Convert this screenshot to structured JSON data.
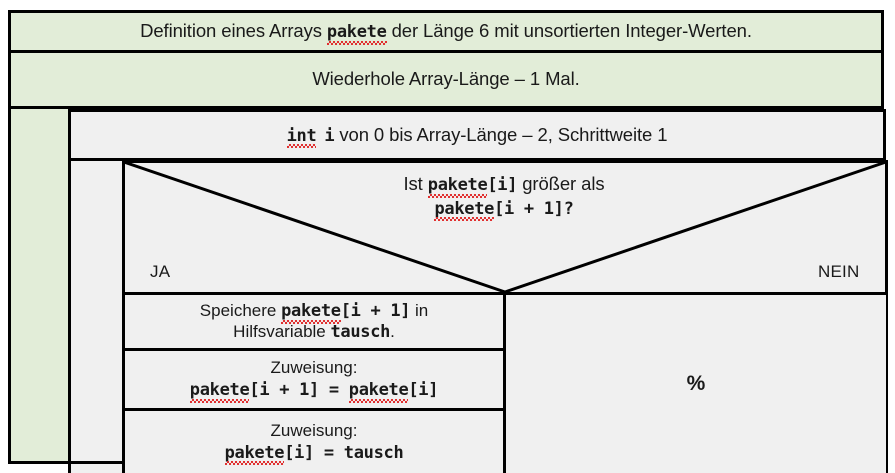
{
  "diagram": {
    "kind": "nassi-shneiderman-struktogramm",
    "colors": {
      "loop_fill": "#E2EDD8",
      "body_fill": "#F0F0F0",
      "line": "#000000",
      "spellcheck_underline": "#E03030"
    }
  },
  "definition_block": {
    "name": "array-definition",
    "text_before": "Definition eines Arrays ",
    "identifier": "pakete",
    "text_after": " der Länge 6 mit unsortierten Integer-Werten.",
    "full_text": "Definition eines Arrays pakete der Länge 6 mit unsortierten Integer-Werten."
  },
  "outer_loop": {
    "name": "repeat-loop-header",
    "text": "Wiederhole Array-Länge – 1 Mal."
  },
  "inner_loop": {
    "name": "for-loop-header",
    "keyword": "int",
    "variable": "i",
    "text_after": " von 0 bis Array-Länge – 2, Schrittweite 1",
    "full_text": "int i von 0 bis Array-Länge – 2, Schrittweite 1"
  },
  "decision": {
    "name": "comparison-condition",
    "line1_before": "Ist ",
    "line1_code_id": "pakete",
    "line1_code_rest": "[i]",
    "line1_after": " größer als",
    "line2_code_id": "pakete",
    "line2_code_rest": "[i + 1]",
    "line2_after": "?",
    "full_text": "Ist pakete[i] größer als pakete[i + 1]?",
    "yes_label": "JA",
    "no_label": "NEIN"
  },
  "yes_branch": {
    "steps": [
      {
        "name": "store-temp",
        "line1_before": "Speichere ",
        "line1_code_id": "pakete",
        "line1_code_rest": "[i + 1]",
        "line1_after": " in",
        "line2_before": "Hilfsvariable ",
        "line2_code_id": "tausch",
        "line2_after": ".",
        "full_text": "Speichere pakete[i + 1] in Hilfsvariable tausch."
      },
      {
        "name": "assign-shift",
        "line1": "Zuweisung:",
        "line2_code_id": "pakete",
        "line2_code_mid": "[i + 1] = ",
        "line2_code_id2": "pakete",
        "line2_code_rest": "[i]",
        "full_text": "Zuweisung: pakete[i + 1] = pakete[i]"
      },
      {
        "name": "assign-temp",
        "line1": "Zuweisung:",
        "line2_code_id": "pakete",
        "line2_code_mid": "[i] = ",
        "line2_code_id2": "tausch",
        "line2_code_rest": "",
        "full_text": "Zuweisung: pakete[i] = tausch"
      }
    ]
  },
  "no_branch": {
    "name": "empty-statement",
    "marker": "%"
  }
}
